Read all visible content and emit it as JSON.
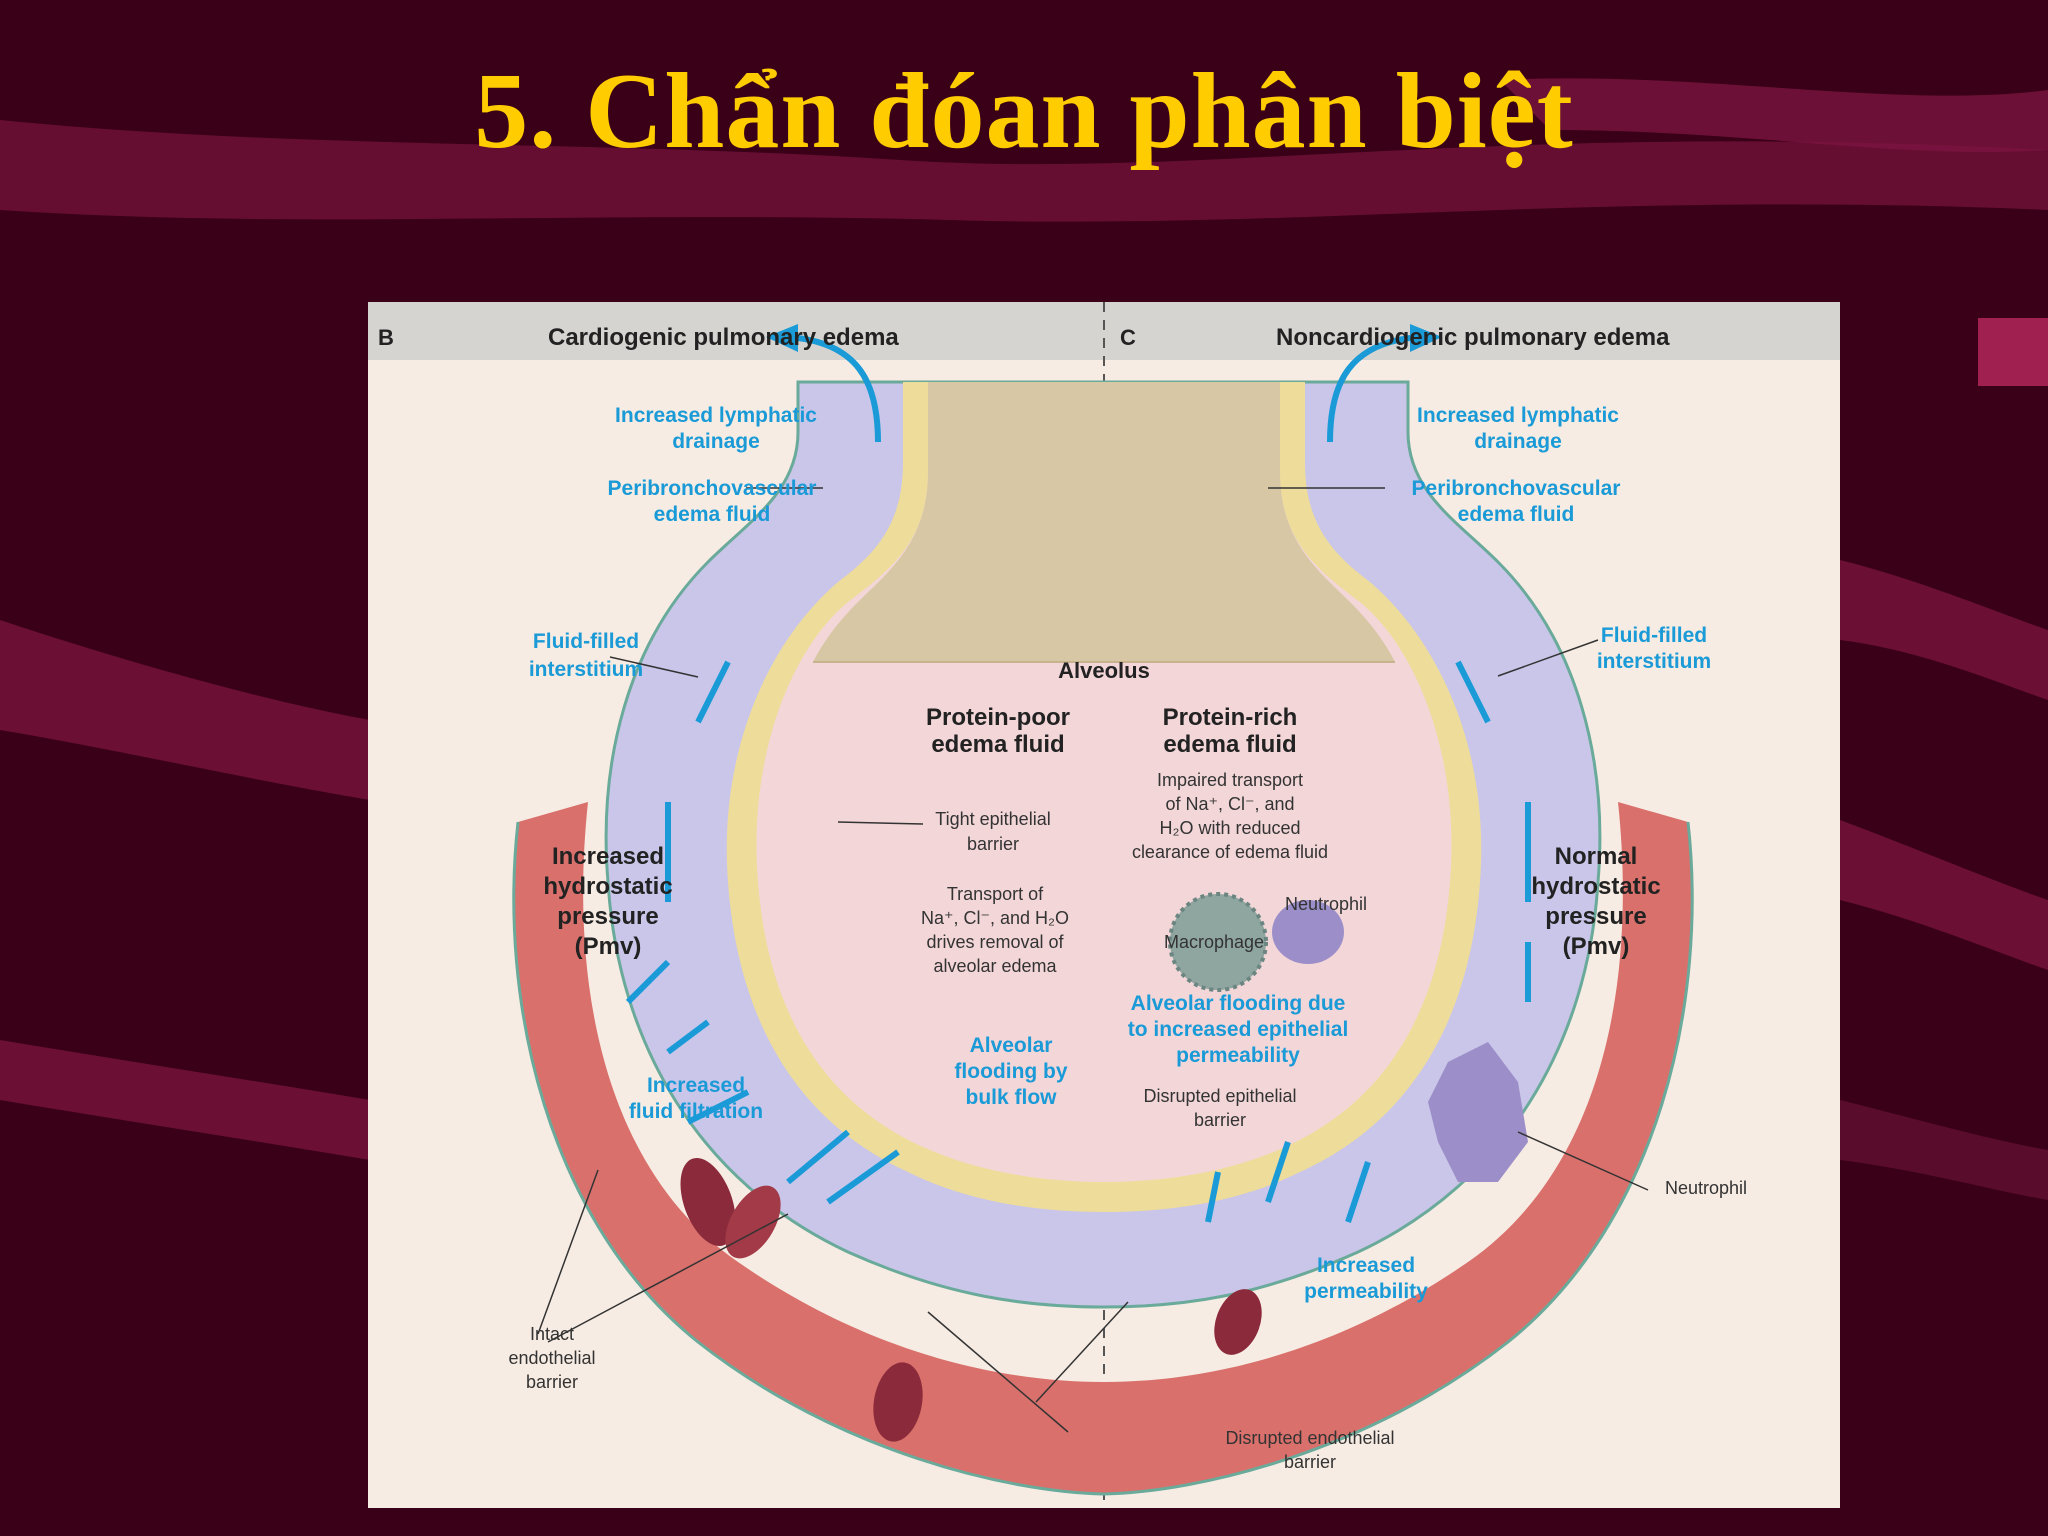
{
  "slide": {
    "title": "5. Chẩn đóan phân biệt"
  },
  "colors": {
    "background": "#3a0018",
    "title": "#ffcc00",
    "figure_bg": "#f7ece3",
    "header_bar": "#d6d4d0",
    "label_blue": "#1a9ad6",
    "interstitium": "#c9c6ea",
    "vessel": "#d9706c",
    "alveolus": "#f3d6d8"
  },
  "figure": {
    "left": {
      "panel_letter": "B",
      "panel_title": "Cardiogenic pulmonary edema",
      "lymph_1": "Increased lymphatic",
      "lymph_2": "drainage",
      "peri_1": "Peribronchovascular",
      "peri_2": "edema fluid",
      "fluid_int_1": "Fluid-filled",
      "fluid_int_2": "interstitium",
      "protein_1": "Protein-poor",
      "protein_2": "edema fluid",
      "tight_1": "Tight epithelial",
      "tight_2": "barrier",
      "transport_1": "Transport of",
      "transport_2": "Na⁺, Cl⁻, and H₂O",
      "transport_3": "drives removal of",
      "transport_4": "alveolar edema",
      "pressure_1": "Increased",
      "pressure_2": "hydrostatic",
      "pressure_3": "pressure",
      "pressure_4": "(Pmv)",
      "filtration_1": "Increased",
      "filtration_2": "fluid filtration",
      "flood_1": "Alveolar",
      "flood_2": "flooding by",
      "flood_3": "bulk flow",
      "intact_1": "Intact",
      "intact_2": "endothelial",
      "intact_3": "barrier"
    },
    "center": {
      "alveolus": "Alveolus"
    },
    "right": {
      "panel_letter": "C",
      "panel_title": "Noncardiogenic pulmonary edema",
      "lymph_1": "Increased lymphatic",
      "lymph_2": "drainage",
      "peri_1": "Peribronchovascular",
      "peri_2": "edema fluid",
      "fluid_int_1": "Fluid-filled",
      "fluid_int_2": "interstitium",
      "protein_1": "Protein-rich",
      "protein_2": "edema fluid",
      "impaired_1": "Impaired transport",
      "impaired_2": "of Na⁺, Cl⁻, and",
      "impaired_3": "H₂O with reduced",
      "impaired_4": "clearance of edema fluid",
      "neutrophil_inner": "Neutrophil",
      "macrophage": "Macrophage",
      "pressure_1": "Normal",
      "pressure_2": "hydrostatic",
      "pressure_3": "pressure",
      "pressure_4": "(Pmv)",
      "flood_1": "Alveolar flooding due",
      "flood_2": "to increased epithelial",
      "flood_3": "permeability",
      "disrupted_epi_1": "Disrupted epithelial",
      "disrupted_epi_2": "barrier",
      "neutrophil_outer": "Neutrophil",
      "perm_1": "Increased",
      "perm_2": "permeability",
      "disrupted_endo_1": "Disrupted endothelial",
      "disrupted_endo_2": "barrier"
    }
  }
}
